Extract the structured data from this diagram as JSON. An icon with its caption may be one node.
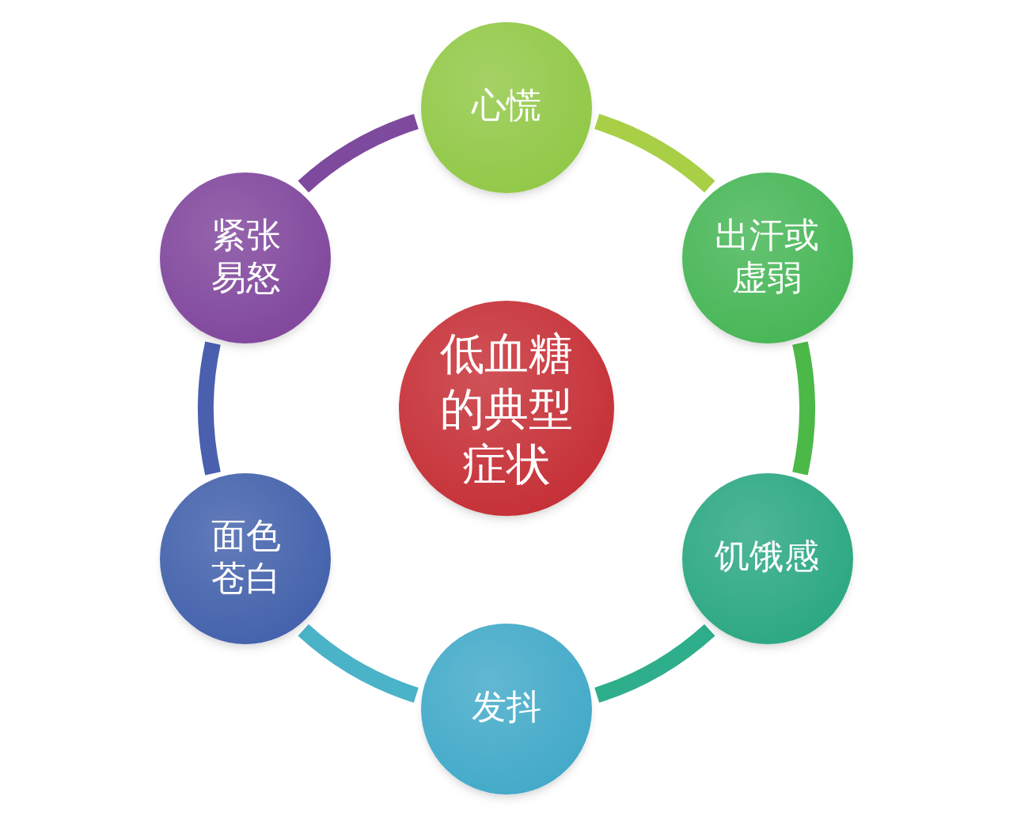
{
  "diagram": {
    "nodes": [
      {
        "text": [
          "低血糖的典型症状"
        ]
      },
      {
        "text": [
          "心慌"
        ]
      },
      {
        "text": [
          "出汗或虚弱"
        ]
      },
      {
        "text": [
          "饥饿感"
        ]
      },
      {
        "text": [
          "发抖"
        ]
      },
      {
        "text": [
          "面色苍白"
        ]
      },
      {
        "text": [
          "紧张易怒"
        ]
      }
    ],
    "edges": [
      {
        "from": 1,
        "to": 2,
        "arrow": "none",
        "color": "#a8cf45"
      },
      {
        "from": 2,
        "to": 3,
        "arrow": "none",
        "color": "#4cb848"
      },
      {
        "from": 3,
        "to": 4,
        "arrow": "none",
        "color": "#2fae8c"
      },
      {
        "from": 4,
        "to": 5,
        "arrow": "none",
        "color": "#4bb3c8"
      },
      {
        "from": 5,
        "to": 6,
        "arrow": "none",
        "color": "#4a5fae"
      },
      {
        "from": 6,
        "to": 1,
        "arrow": "none",
        "color": "#7d4a9e"
      }
    ]
  }
}
